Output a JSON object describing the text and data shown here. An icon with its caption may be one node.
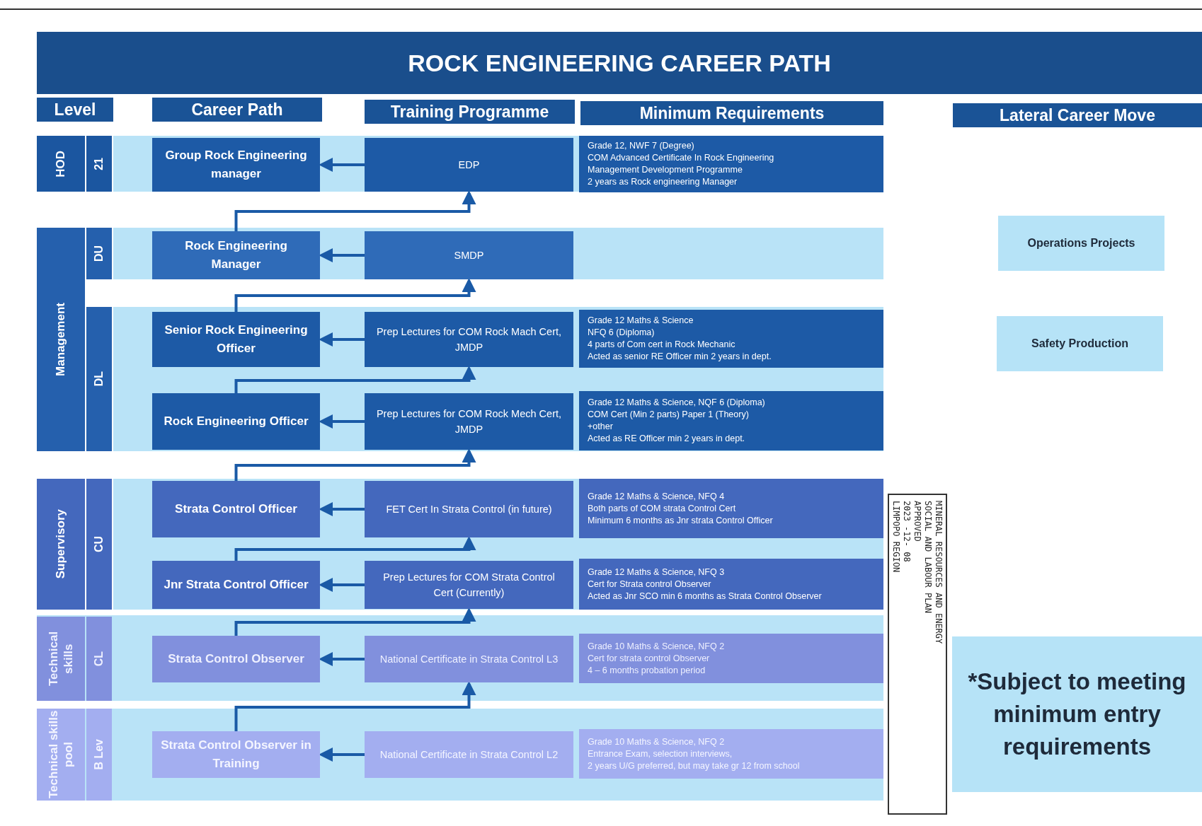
{
  "diagram": {
    "title": "ROCK ENGINEERING CAREER PATH",
    "nodes": [
      {
        "text": [
          "Level"
        ]
      },
      {
        "text": [
          "Career Path"
        ]
      },
      {
        "text": [
          "Training Programme"
        ]
      },
      {
        "text": [
          "Minimum Requirements"
        ]
      },
      {
        "text": [
          "Lateral Career Move"
        ]
      },
      {
        "text": [
          "HOD"
        ]
      },
      {
        "text": [
          "21"
        ]
      },
      {
        "text": [
          "Group Rock Engineering manager"
        ]
      },
      {
        "text": [
          "EDP"
        ]
      },
      {
        "text": [
          "Grade 12, NWF 7 (Degree)",
          "COM Advanced Certificate In Rock Engineering",
          "Management Development Programme",
          "2 years as Rock engineering Manager"
        ]
      },
      {
        "text": [
          "Management"
        ]
      },
      {
        "text": [
          "DU"
        ]
      },
      {
        "text": [
          "Rock Engineering Manager"
        ]
      },
      {
        "text": [
          "SMDP"
        ]
      },
      {
        "text": [
          "DL"
        ]
      },
      {
        "text": [
          "Senior Rock Engineering Officer"
        ]
      },
      {
        "text": [
          "Prep Lectures for COM Rock Mach Cert, JMDP"
        ]
      },
      {
        "text": [
          "Grade 12 Maths & Science",
          "NFQ 6 (Diploma)",
          "4 parts of Com cert in Rock Mechanic",
          "Acted as senior RE Officer min 2 years in dept."
        ]
      },
      {
        "text": [
          "Rock Engineering Officer"
        ]
      },
      {
        "text": [
          "Prep Lectures for COM Rock Mech Cert, JMDP"
        ]
      },
      {
        "text": [
          "Grade 12 Maths & Science, NQF 6 (Diploma)",
          "COM Cert (Min 2 parts) Paper 1 (Theory)",
          "+other",
          "Acted as RE Officer min 2 years in dept."
        ]
      },
      {
        "text": [
          "Supervisory"
        ]
      },
      {
        "text": [
          "CU"
        ]
      },
      {
        "text": [
          "Strata Control Officer"
        ]
      },
      {
        "text": [
          "FET Cert In Strata Control (in future)"
        ]
      },
      {
        "text": [
          "Grade 12 Maths & Science, NFQ 4",
          "Both parts of COM strata Control Cert",
          "Minimum 6 months as Jnr strata Control Officer"
        ]
      },
      {
        "text": [
          "Jnr Strata Control Officer"
        ]
      },
      {
        "text": [
          "Prep Lectures for COM Strata Control Cert (Currently)"
        ]
      },
      {
        "text": [
          "Grade 12 Maths & Science, NFQ 3",
          "Cert for Strata control Observer",
          "Acted as Jnr SCO min 6 months as Strata Control Observer"
        ]
      },
      {
        "text": [
          "Technical skills"
        ]
      },
      {
        "text": [
          "CL"
        ]
      },
      {
        "text": [
          "Strata Control Observer"
        ]
      },
      {
        "text": [
          "National Certificate in Strata Control L3"
        ]
      },
      {
        "text": [
          "Grade 10 Maths & Science, NFQ 2",
          "Cert for strata control Observer",
          "4 – 6 months probation period"
        ]
      },
      {
        "text": [
          "Technical skills pool"
        ]
      },
      {
        "text": [
          "B Lev"
        ]
      },
      {
        "text": [
          "Strata Control Observer in Training"
        ]
      },
      {
        "text": [
          "National Certificate in Strata Control L2"
        ]
      },
      {
        "text": [
          "Grade 10 Maths & Science, NFQ 2",
          "Entrance Exam, selection interviews,",
          "2 years U/G preferred, but may take gr 12 from school"
        ]
      },
      {
        "text": [
          "Operations Projects"
        ]
      },
      {
        "text": [
          "Safety Production"
        ]
      },
      {
        "text": [
          "*Subject to meeting minimum entry requirements"
        ]
      }
    ],
    "edges": [
      {
        "from": 8,
        "to": 7,
        "arrow": "to"
      },
      {
        "from": 12,
        "to": 8,
        "arrow": "to"
      },
      {
        "from": 13,
        "to": 12,
        "arrow": "to"
      },
      {
        "from": 15,
        "to": 13,
        "arrow": "to"
      },
      {
        "from": 16,
        "to": 15,
        "arrow": "to"
      },
      {
        "from": 18,
        "to": 16,
        "arrow": "to"
      },
      {
        "from": 19,
        "to": 18,
        "arrow": "to"
      },
      {
        "from": 23,
        "to": 19,
        "arrow": "to"
      },
      {
        "from": 24,
        "to": 23,
        "arrow": "to"
      },
      {
        "from": 26,
        "to": 24,
        "arrow": "to"
      },
      {
        "from": 27,
        "to": 26,
        "arrow": "to"
      },
      {
        "from": 31,
        "to": 27,
        "arrow": "to"
      },
      {
        "from": 32,
        "to": 31,
        "arrow": "to"
      },
      {
        "from": 36,
        "to": 32,
        "arrow": "to"
      },
      {
        "from": 37,
        "to": 36,
        "arrow": "to"
      }
    ],
    "labels": [
      "MINERAL RESOURCES AND ENERGY",
      "SOCIAL AND LABOUR PLAN",
      "APPROVED",
      "2023 -12- 08",
      "LIMPOPO REGION"
    ]
  }
}
